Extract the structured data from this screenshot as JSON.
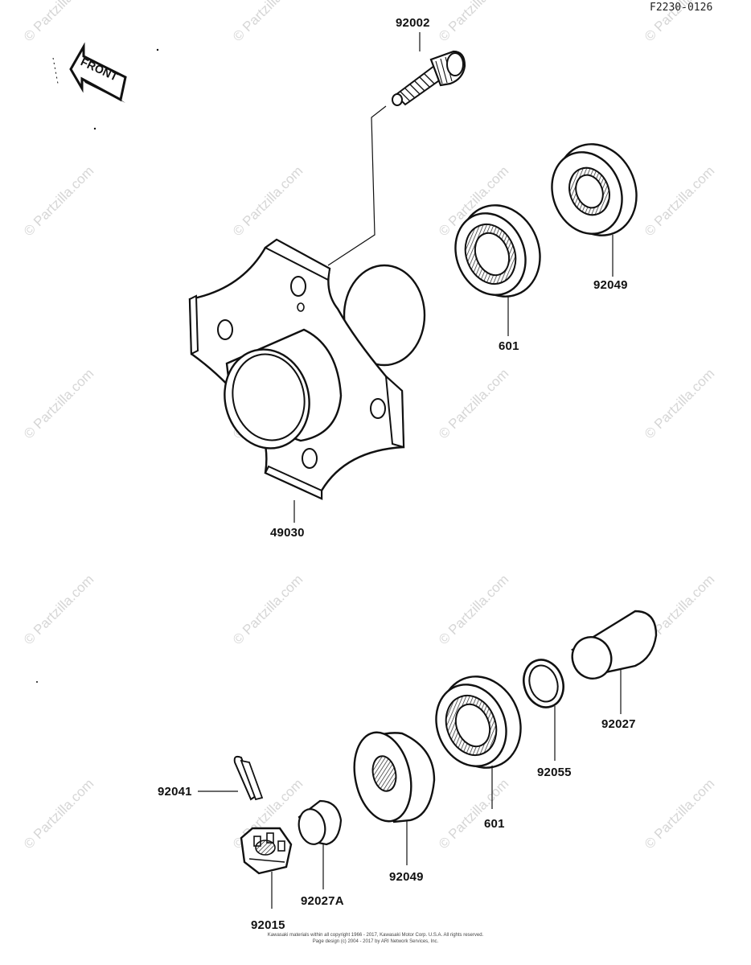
{
  "diagram": {
    "code": "F2230-0126",
    "front_label": "FRONT",
    "watermark": "© Partzilla.com",
    "copyright_line1": "Kawasaki materials within all copyright 1966 - 2017, Kawasaki Motor Corp. U.S.A. All rights reserved.",
    "copyright_line2": "Page design (c) 2004 - 2017 by ARI Network Services, Inc.",
    "parts": [
      {
        "id": "92002"
      },
      {
        "id": "92049"
      },
      {
        "id": "601"
      },
      {
        "id": "49030"
      },
      {
        "id": "92027"
      },
      {
        "id": "92055"
      },
      {
        "id": "601"
      },
      {
        "id": "92041"
      },
      {
        "id": "92049"
      },
      {
        "id": "92027A"
      },
      {
        "id": "92015"
      }
    ]
  }
}
